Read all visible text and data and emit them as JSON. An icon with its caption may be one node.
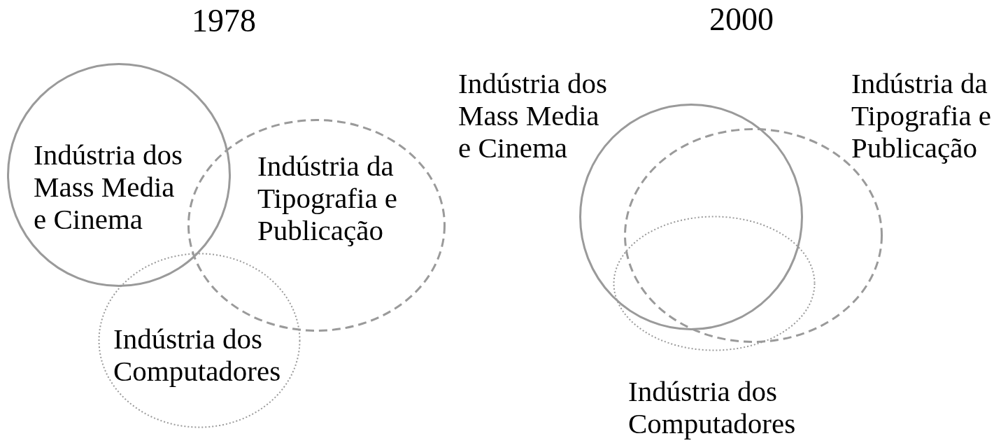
{
  "diagram": {
    "nodes": [
      {
        "text": [
          "Indústria dos Mass Media e Cinema"
        ]
      },
      {
        "text": [
          "Indústria da Tipografia e Publicação"
        ]
      },
      {
        "text": [
          "Indústria dos Computadores"
        ]
      },
      {
        "text": [
          "Indústria dos Mass Media e Cinema"
        ]
      },
      {
        "text": [
          "Indústria da Tipografia e Publicação"
        ]
      },
      {
        "text": [
          "Indústria dos Computadores"
        ]
      }
    ],
    "edges": [],
    "labels": [
      "1978",
      "2000"
    ]
  }
}
